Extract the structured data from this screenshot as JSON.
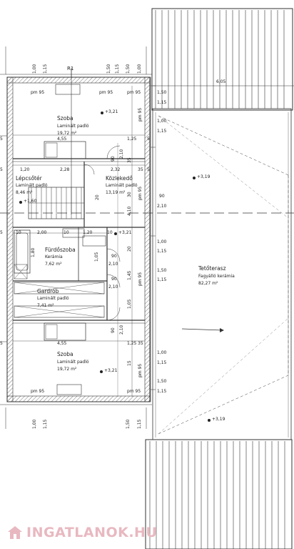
{
  "colors": {
    "line": "#333333",
    "wall_hatch": "#555555",
    "watermark": "#e8b8c0"
  },
  "grid_label": "R1",
  "dims": {
    "top_1_00": "1,00",
    "top_1_15": "1,15",
    "top_1_50": "1,50",
    "top_1_15b": "1,15",
    "terrace_width": "6,05",
    "d455": "4,55",
    "d125": "1,25",
    "d120": "1,20",
    "d228": "2,28",
    "d232": "2,32",
    "d35": "35",
    "d30": "30",
    "d210": "2,10",
    "d90": "90",
    "d10": "10",
    "d200": "2,00",
    "d180": "1,80",
    "d105": "1,05",
    "d145": "1,45",
    "d5": "5",
    "d20": "20",
    "d410": "4,10",
    "d15": "15",
    "d100": "1,00",
    "d150": "1,50"
  },
  "pm_labels": {
    "p95": "pm 95",
    "p9595": "pm 95"
  },
  "rooms": {
    "szoba_top": {
      "name": "Szoba",
      "floor": "Laminált padló",
      "area": "19,72 m²"
    },
    "lepcsoter": {
      "name": "Lépcsőtér",
      "floor": "Laminált padló",
      "area": "8,46 m²"
    },
    "kozlekedo": {
      "name": "Közlekedő",
      "floor": "Laminált padló",
      "area": "13,19 m²"
    },
    "furdoszoba": {
      "name": "Fürdőszoba",
      "floor": "Kerámia",
      "area": "7,62 m²"
    },
    "gardrob": {
      "name": "Gardrób",
      "floor": "Laminált padló",
      "area": "7,41 m²"
    },
    "szoba_bottom": {
      "name": "Szoba",
      "floor": "Laminált padló",
      "area": "19,72 m²"
    },
    "teterasz": {
      "name": "Tetőterasz",
      "floor": "Fagyálló kerámia",
      "area": "82,27 m²"
    }
  },
  "levels": {
    "l321a": "+3,21",
    "l319a": "+3,19",
    "l160": "+1,60",
    "l321b": "+3,21",
    "l321c": "+3,21",
    "l319b": "+3,19"
  },
  "watermark": {
    "text": "INGATLANOK.HU"
  }
}
